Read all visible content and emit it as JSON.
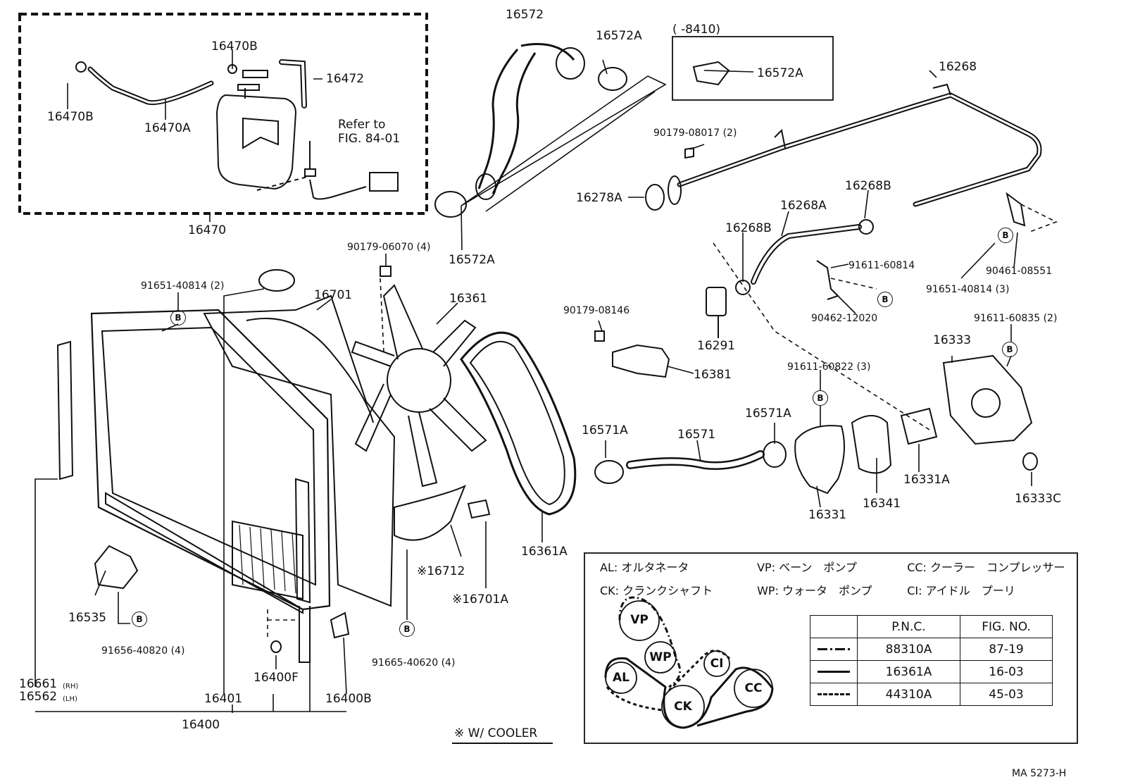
{
  "parts": {
    "p16572_top": "16572",
    "p16572A_top": "16572A",
    "p8410": "(      -8410)",
    "p16572A_box": "16572A",
    "p16268": "16268",
    "p16470B_a": "16470B",
    "p16472": "16472",
    "p16470B_b": "16470B",
    "p16470A": "16470A",
    "refer_to": "Refer to",
    "fig_ref": "FIG. 84-01",
    "p16470": "16470",
    "p16572A_low": "16572A",
    "p90179_08017": "90179-08017 (2)",
    "p16278A": "16278A",
    "p16268B_a": "16268B",
    "p16268A": "16268A",
    "p16268B_b": "16268B",
    "p91611_60814": "91611-60814",
    "p90461_08551": "90461-08551",
    "p91651_40814_3": "91651-40814 (3)",
    "p90179_06070": "90179-06070 (4)",
    "p91651_40814_2": "91651-40814 (2)",
    "p16701": "16701",
    "p16361": "16361",
    "p90179_08146": "90179-08146",
    "p90462_12020": "90462-12020",
    "p91611_60835": "91611-60835 (2)",
    "p16291": "16291",
    "p16381": "16381",
    "p16333": "16333",
    "p91611_60822": "91611-60822 (3)",
    "p16571A_a": "16571A",
    "p16571": "16571",
    "p16571A_b": "16571A",
    "p16331A": "16331A",
    "p16341": "16341",
    "p16333C": "16333C",
    "p16331": "16331",
    "p16361A": "16361A",
    "p16712": "※16712",
    "p16701A": "※16701A",
    "p16535": "16535",
    "p91656_40820": "91656-40820 (4)",
    "p91665_40620": "91665-40620 (4)",
    "p16661": "16661",
    "rh": "(RH)",
    "p16562": "16562",
    "lh": "(LH)",
    "p16401": "16401",
    "p16400F": "16400F",
    "p16400B": "16400B",
    "p16400": "16400",
    "w_cooler": "※ W/ COOLER",
    "ma_code": "MA  5273-H"
  },
  "circle_marker": "B",
  "legend": {
    "row1": [
      "AL: オルタネータ",
      "VP: ベーン　ポンプ",
      "CC: クーラー　コンプレッサー"
    ],
    "row2": [
      "CK: クランクシャフト",
      "WP: ウォータ　ポンプ",
      "CI: アイドル　プーリ"
    ]
  },
  "pulleys": {
    "vp": "VP",
    "wp": "WP",
    "al": "AL",
    "ck": "CK",
    "ci": "CI",
    "cc": "CC"
  },
  "table": {
    "headers": [
      "",
      "P.N.C.",
      "FIG. NO."
    ],
    "rows": [
      {
        "style": "dash-dot",
        "pnc": "88310A",
        "fig": "87-19"
      },
      {
        "style": "solid",
        "pnc": "16361A",
        "fig": "16-03"
      },
      {
        "style": "dashed",
        "pnc": "44310A",
        "fig": "45-03"
      }
    ]
  }
}
